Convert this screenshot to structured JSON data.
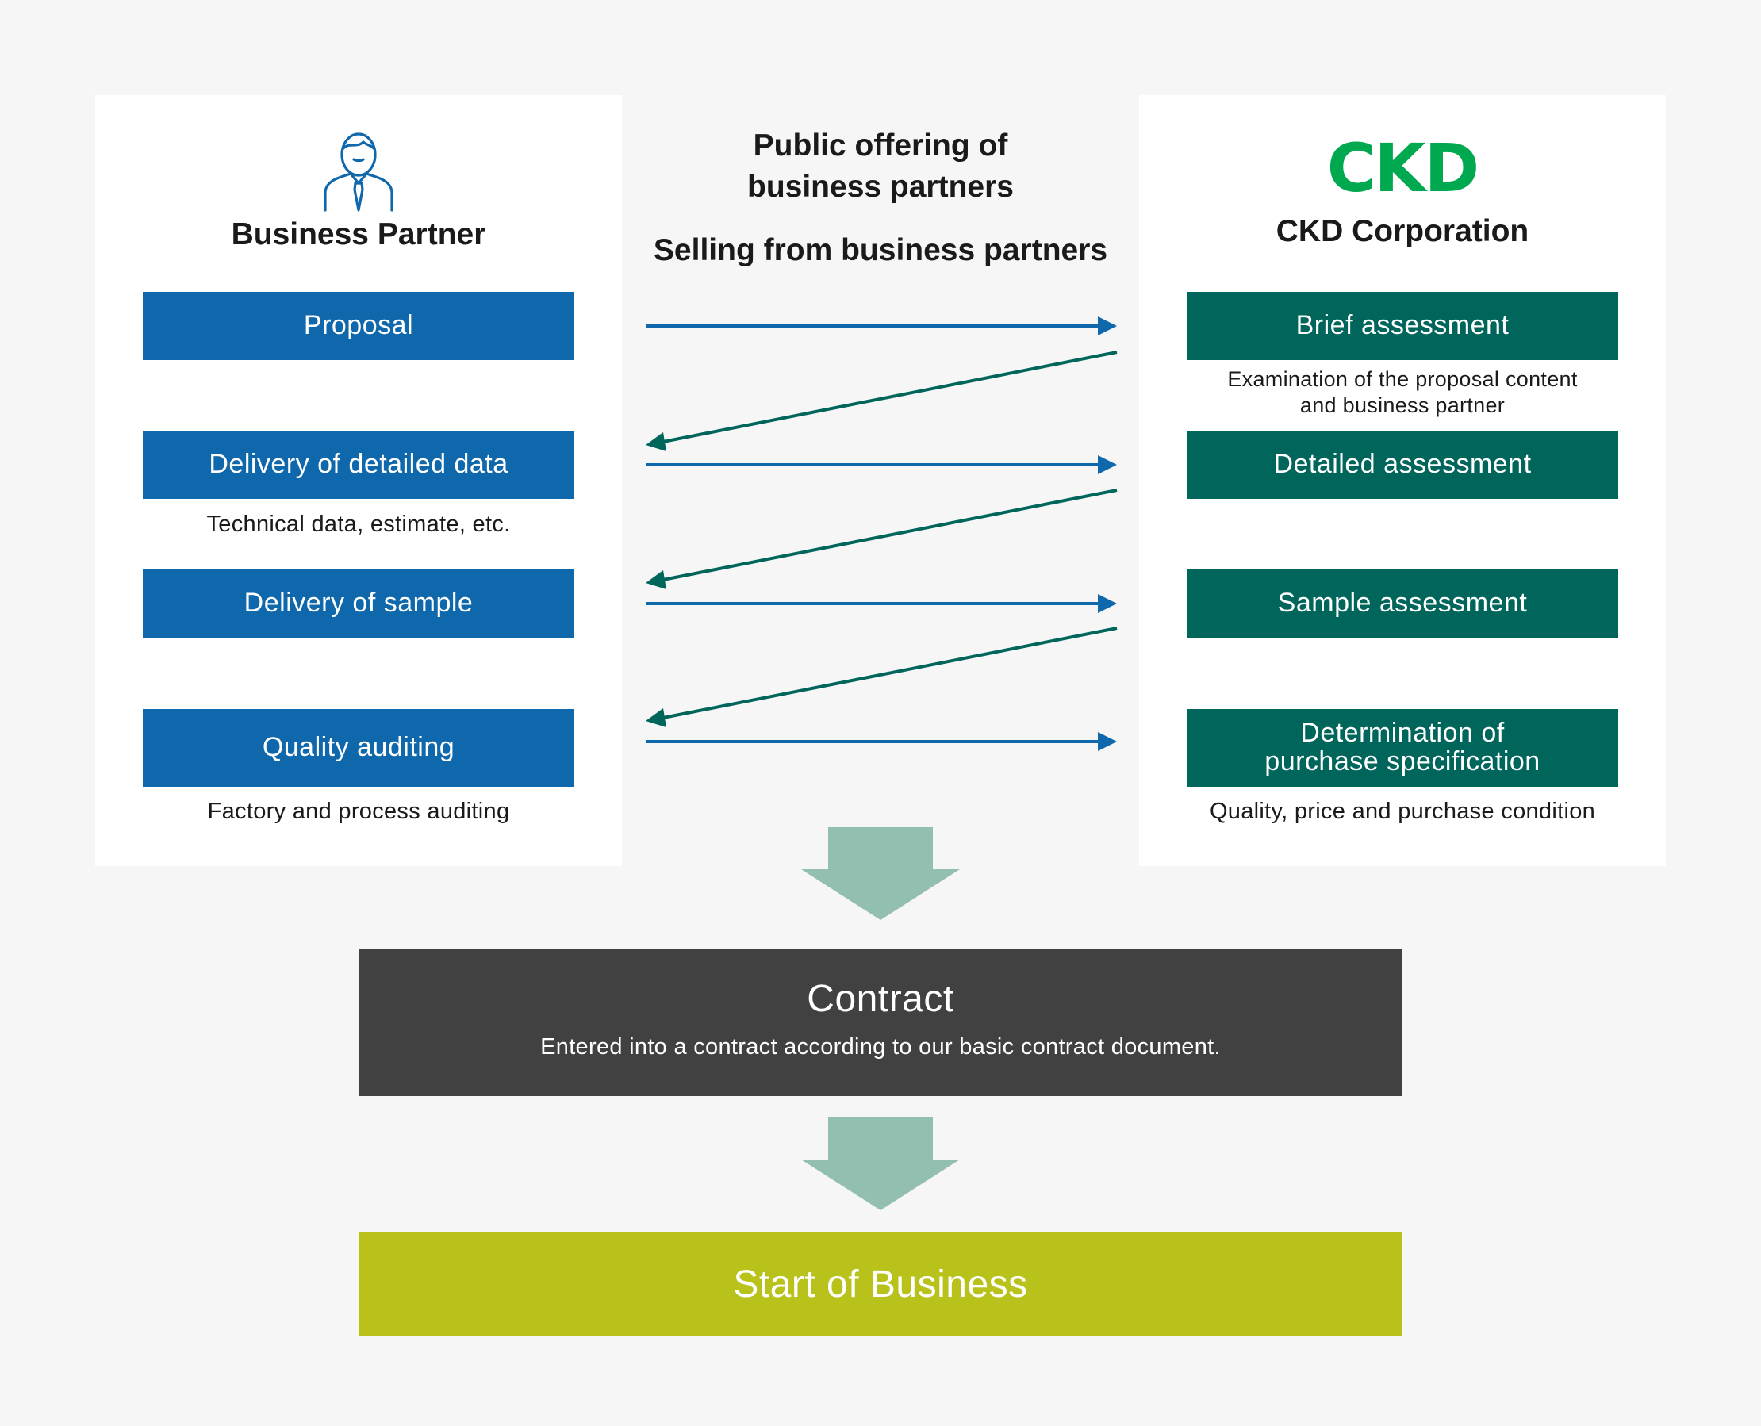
{
  "partner": {
    "title": "Business Partner",
    "icon": "business-person-icon",
    "steps": [
      {
        "label": "Proposal",
        "note": ""
      },
      {
        "label": "Delivery of detailed data",
        "note": "Technical data, estimate, etc."
      },
      {
        "label": "Delivery of sample",
        "note": ""
      },
      {
        "label": "Quality auditing",
        "note": "Factory and process auditing"
      }
    ]
  },
  "center": {
    "title_line1": "Public offering of",
    "title_line2": "business partners",
    "subtitle": "Selling from business partners"
  },
  "ckd": {
    "logo": "CKD",
    "title": "CKD Corporation",
    "steps": [
      {
        "label": "Brief assessment",
        "note_line1": "Examination of the proposal content",
        "note_line2": "and business partner"
      },
      {
        "label": "Detailed assessment",
        "note_line1": "",
        "note_line2": ""
      },
      {
        "label": "Sample assessment",
        "note_line1": "",
        "note_line2": ""
      },
      {
        "label_line1": "Determination of",
        "label_line2": "purchase specification",
        "note_line1": "Quality, price and purchase condition",
        "note_line2": ""
      }
    ]
  },
  "contract": {
    "title": "Contract",
    "description": "Entered into a contract according to our basic contract document."
  },
  "start": {
    "label": "Start of Business"
  },
  "colors": {
    "partner_blue": "#1068ac",
    "ckd_green": "#00655a",
    "logo_green": "#00a84f",
    "contract_gray": "#414141",
    "start_lime": "#b8c21a",
    "down_arrow": "#93bfb1",
    "blue_arrow": "#1068ac",
    "green_arrow": "#00655a"
  }
}
